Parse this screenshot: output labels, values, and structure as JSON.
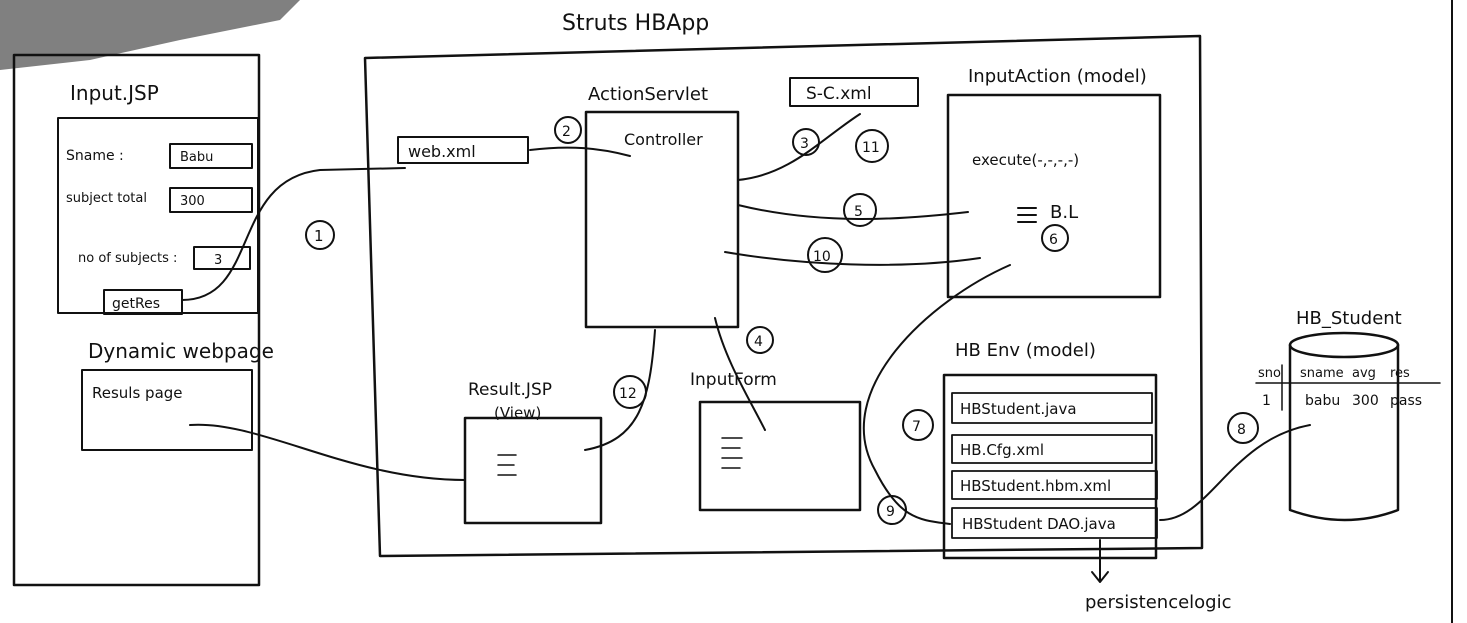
{
  "app_title": "Struts HBApp",
  "browser": {
    "header": "Input.JSP",
    "fields": [
      {
        "label": "Sname :",
        "value": "Babu"
      },
      {
        "label": "subject total",
        "value": "300"
      },
      {
        "label": "no of subjects :",
        "value": "3"
      }
    ],
    "button": "getRes",
    "dynamic_label": "Dynamic webpage",
    "dynamic_box_text": "Resuls page"
  },
  "webxml": "web.xml",
  "action_servlet": {
    "title": "ActionServlet",
    "role": "Controller"
  },
  "sconfig": "S-C.xml",
  "input_action": {
    "title": "InputAction (model)",
    "method": "execute(-,-,-,-)",
    "logic": "B.L"
  },
  "result_jsp": {
    "title": "Result.JSP",
    "subtitle": "(View)"
  },
  "input_form": {
    "title": "InputForm"
  },
  "hb_env": {
    "title": "HB Env (model)",
    "files": [
      "HBStudent.java",
      "HB.Cfg.xml",
      "HBStudent.hbm.xml",
      "HBStudent DAO.java"
    ],
    "note": "persistencelogic"
  },
  "table": {
    "title": "HB_Student",
    "columns": [
      "sno",
      "sname",
      "avg",
      "res"
    ],
    "row": [
      "1",
      "babu",
      "300",
      "pass"
    ]
  },
  "steps": [
    "1",
    "2",
    "3",
    "4",
    "5",
    "6",
    "7",
    "8",
    "9",
    "10",
    "11",
    "12"
  ]
}
